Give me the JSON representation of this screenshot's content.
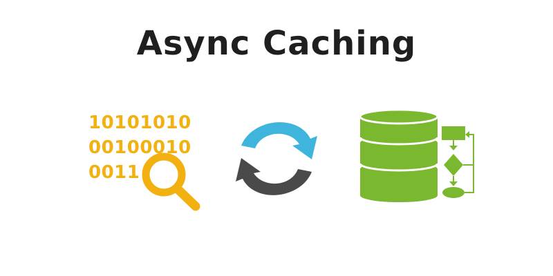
{
  "title": "Async Caching",
  "binary_lines": [
    "10101010",
    "00100010",
    "0011"
  ],
  "icons": {
    "binary_search": "binary-search-icon",
    "magnifier": "magnifier-icon",
    "sync": "sync-arrows-icon",
    "database": "database-icon",
    "flowchart": "flowchart-icon"
  },
  "colors": {
    "title": "#1f1f1f",
    "binary": "#f2b111",
    "magnifier": "#f2b111",
    "sync_top": "#3fb4dd",
    "sync_bottom": "#4a4a4a",
    "database": "#7ab82f",
    "background": "#ffffff"
  }
}
